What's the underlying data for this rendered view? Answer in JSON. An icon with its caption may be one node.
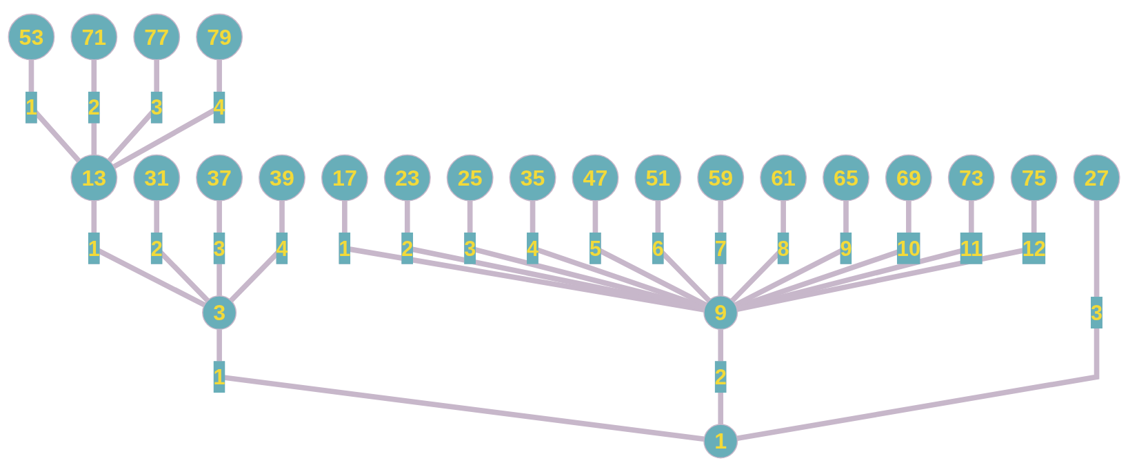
{
  "diagram": {
    "nodes": [
      {
        "text": [
          "53"
        ]
      },
      {
        "text": [
          "71"
        ]
      },
      {
        "text": [
          "77"
        ]
      },
      {
        "text": [
          "79"
        ]
      },
      {
        "text": [
          "13"
        ]
      },
      {
        "text": [
          "31"
        ]
      },
      {
        "text": [
          "37"
        ]
      },
      {
        "text": [
          "39"
        ]
      },
      {
        "text": [
          "17"
        ]
      },
      {
        "text": [
          "23"
        ]
      },
      {
        "text": [
          "25"
        ]
      },
      {
        "text": [
          "35"
        ]
      },
      {
        "text": [
          "47"
        ]
      },
      {
        "text": [
          "51"
        ]
      },
      {
        "text": [
          "59"
        ]
      },
      {
        "text": [
          "61"
        ]
      },
      {
        "text": [
          "65"
        ]
      },
      {
        "text": [
          "69"
        ]
      },
      {
        "text": [
          "73"
        ]
      },
      {
        "text": [
          "75"
        ]
      },
      {
        "text": [
          "3"
        ]
      },
      {
        "text": [
          "9"
        ]
      },
      {
        "text": [
          "27"
        ]
      },
      {
        "text": [
          "1"
        ]
      }
    ],
    "edges": [
      {
        "from": 4,
        "to": 0,
        "arrow": "none",
        "label": "1"
      },
      {
        "from": 4,
        "to": 1,
        "arrow": "none",
        "label": "2"
      },
      {
        "from": 4,
        "to": 2,
        "arrow": "none",
        "label": "3"
      },
      {
        "from": 4,
        "to": 3,
        "arrow": "none",
        "label": "4"
      },
      {
        "from": 20,
        "to": 4,
        "arrow": "none",
        "label": "1"
      },
      {
        "from": 20,
        "to": 5,
        "arrow": "none",
        "label": "2"
      },
      {
        "from": 20,
        "to": 6,
        "arrow": "none",
        "label": "3"
      },
      {
        "from": 20,
        "to": 7,
        "arrow": "none",
        "label": "4"
      },
      {
        "from": 21,
        "to": 8,
        "arrow": "none",
        "label": "1"
      },
      {
        "from": 21,
        "to": 9,
        "arrow": "none",
        "label": "2"
      },
      {
        "from": 21,
        "to": 10,
        "arrow": "none",
        "label": "3"
      },
      {
        "from": 21,
        "to": 11,
        "arrow": "none",
        "label": "4"
      },
      {
        "from": 21,
        "to": 12,
        "arrow": "none",
        "label": "5"
      },
      {
        "from": 21,
        "to": 13,
        "arrow": "none",
        "label": "6"
      },
      {
        "from": 21,
        "to": 14,
        "arrow": "none",
        "label": "7"
      },
      {
        "from": 21,
        "to": 15,
        "arrow": "none",
        "label": "8"
      },
      {
        "from": 21,
        "to": 16,
        "arrow": "none",
        "label": "9"
      },
      {
        "from": 21,
        "to": 17,
        "arrow": "none",
        "label": "10"
      },
      {
        "from": 21,
        "to": 18,
        "arrow": "none",
        "label": "11"
      },
      {
        "from": 21,
        "to": 19,
        "arrow": "none",
        "label": "12"
      },
      {
        "from": 23,
        "to": 20,
        "arrow": "none",
        "label": "1"
      },
      {
        "from": 23,
        "to": 21,
        "arrow": "none",
        "label": "2"
      },
      {
        "from": 23,
        "to": 22,
        "arrow": "none",
        "label": "3"
      }
    ]
  }
}
